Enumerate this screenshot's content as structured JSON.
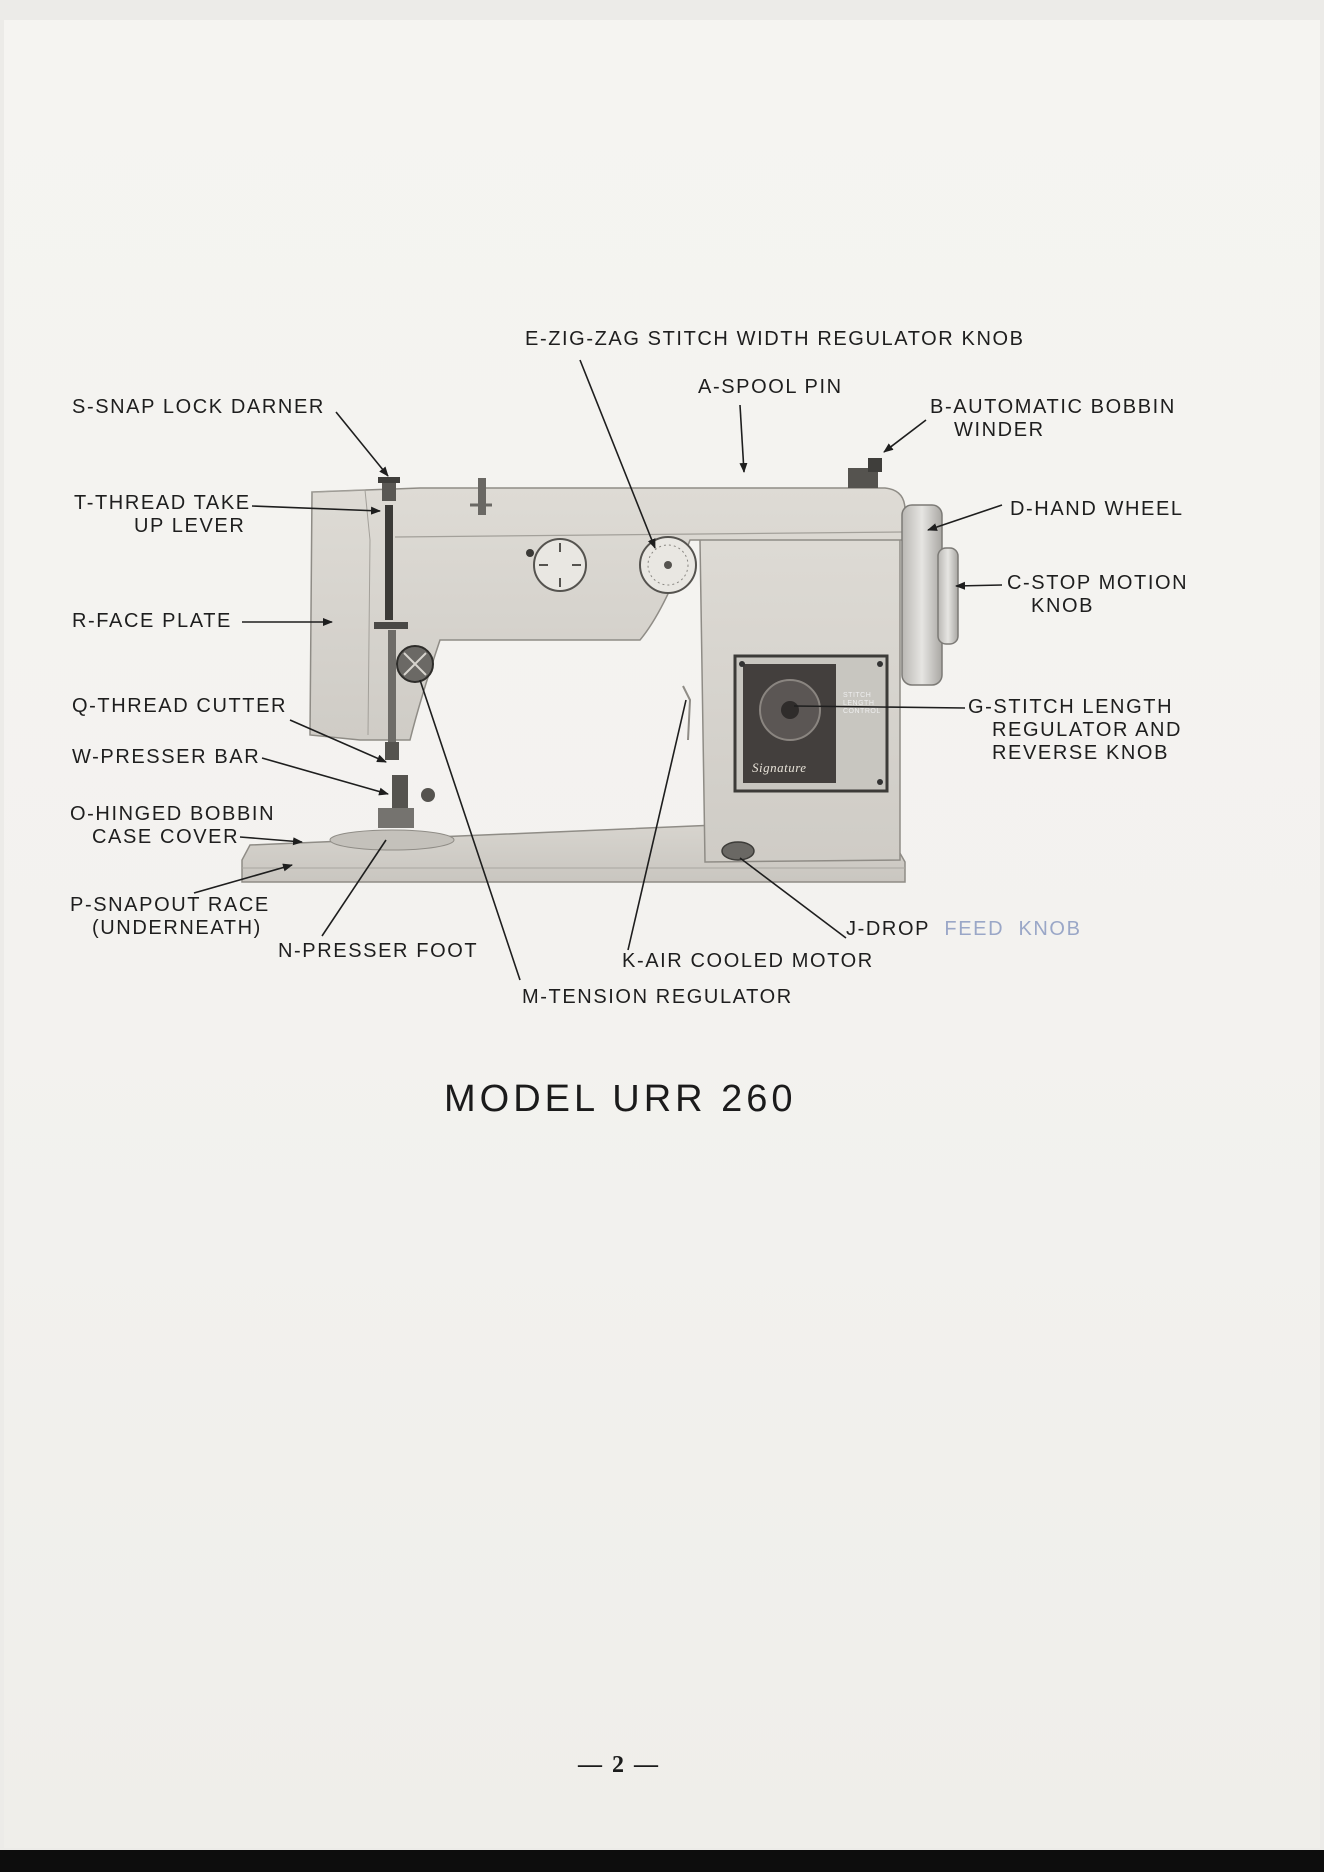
{
  "labels": {
    "zigzag": "E-ZIG-ZAG  STITCH  WIDTH  REGULATOR  KNOB",
    "spool_pin": "A-SPOOL  PIN",
    "snap_lock": "S-SNAP  LOCK  DARNER",
    "bobbin_winder_1": "B-AUTOMATIC  BOBBIN",
    "bobbin_winder_2": "WINDER",
    "take_up_1": "T-THREAD  TAKE",
    "take_up_2": "UP  LEVER",
    "hand_wheel": "D-HAND  WHEEL",
    "stop_motion_1": "C-STOP  MOTION",
    "stop_motion_2": "KNOB",
    "face_plate": "R-FACE  PLATE",
    "thread_cutter": "Q-THREAD  CUTTER",
    "stitch_length_1": "G-STITCH  LENGTH",
    "stitch_length_2": "REGULATOR  AND",
    "stitch_length_3": "REVERSE  KNOB",
    "presser_bar": "W-PRESSER  BAR",
    "bobbin_cover_1": "O-HINGED  BOBBIN",
    "bobbin_cover_2": "CASE  COVER",
    "snapout_1": "P-SNAPOUT  RACE",
    "snapout_2": "(UNDERNEATH)",
    "drop_feed_1": "J-DROP",
    "drop_feed_2": "FEED",
    "drop_feed_3": "KNOB",
    "presser_foot": "N-PRESSER  FOOT",
    "motor": "K-AIR  COOLED  MOTOR",
    "tension": "M-TENSION  REGULATOR"
  },
  "model_title": "MODEL  URR 260",
  "page_number": "— 2 —",
  "panel_text": {
    "stitch_control_1": "STITCH",
    "stitch_control_2": "LENGTH",
    "stitch_control_3": "CONTROL",
    "brand": "Signature"
  }
}
